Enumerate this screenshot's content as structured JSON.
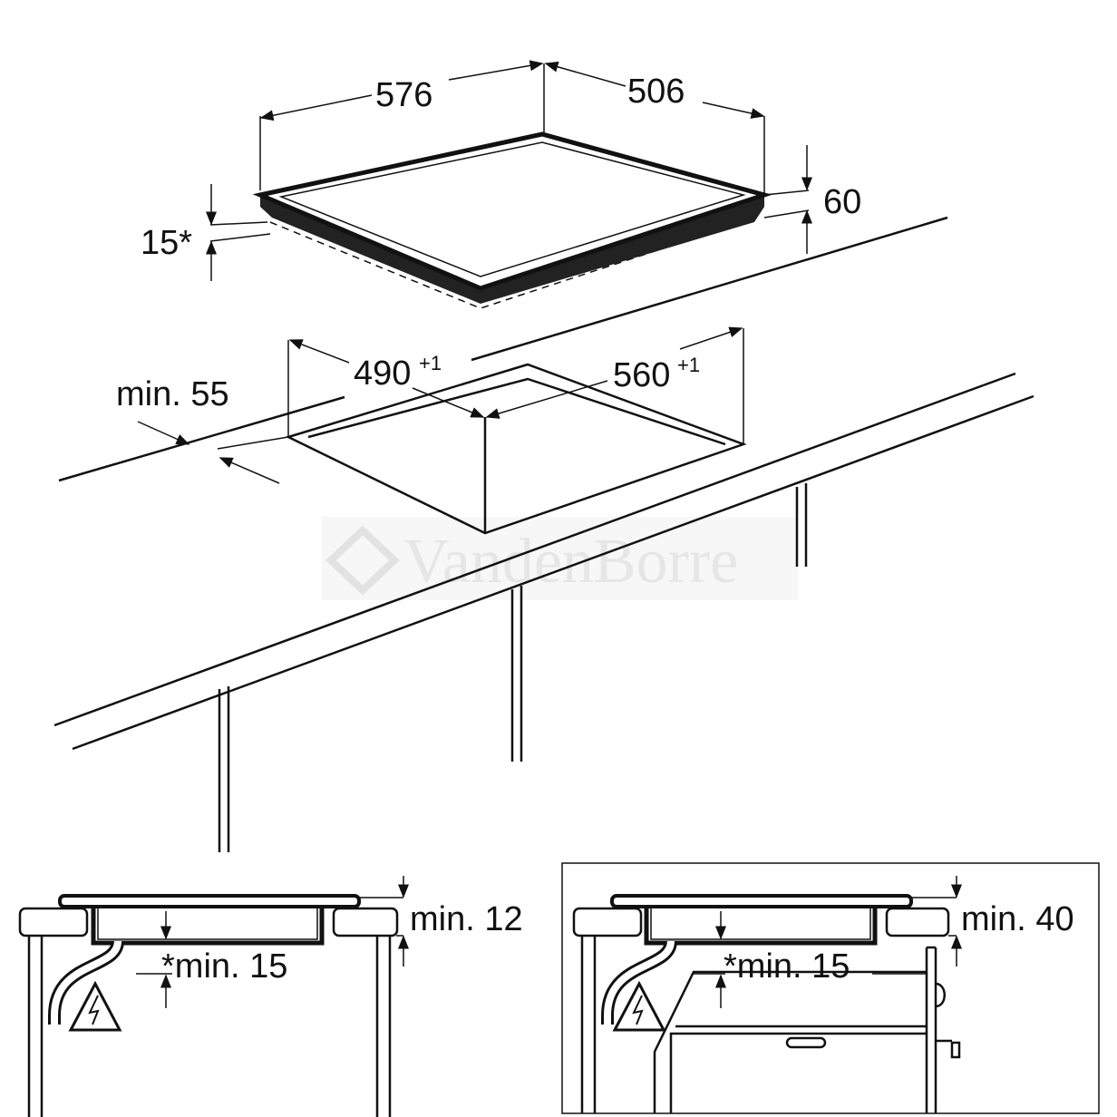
{
  "watermark": "VandenBorre",
  "hob": {
    "width": "576",
    "depth": "506",
    "height": "60",
    "frame": "15*"
  },
  "cutout": {
    "depth": "490",
    "depth_tol": "+1",
    "width": "560",
    "width_tol": "+1",
    "front_margin": "min. 55"
  },
  "detail_left": {
    "top_clearance": "min. 12",
    "bottom_clearance": "*min. 15"
  },
  "detail_right": {
    "top_clearance": "min. 40",
    "bottom_clearance": "*min. 15"
  }
}
